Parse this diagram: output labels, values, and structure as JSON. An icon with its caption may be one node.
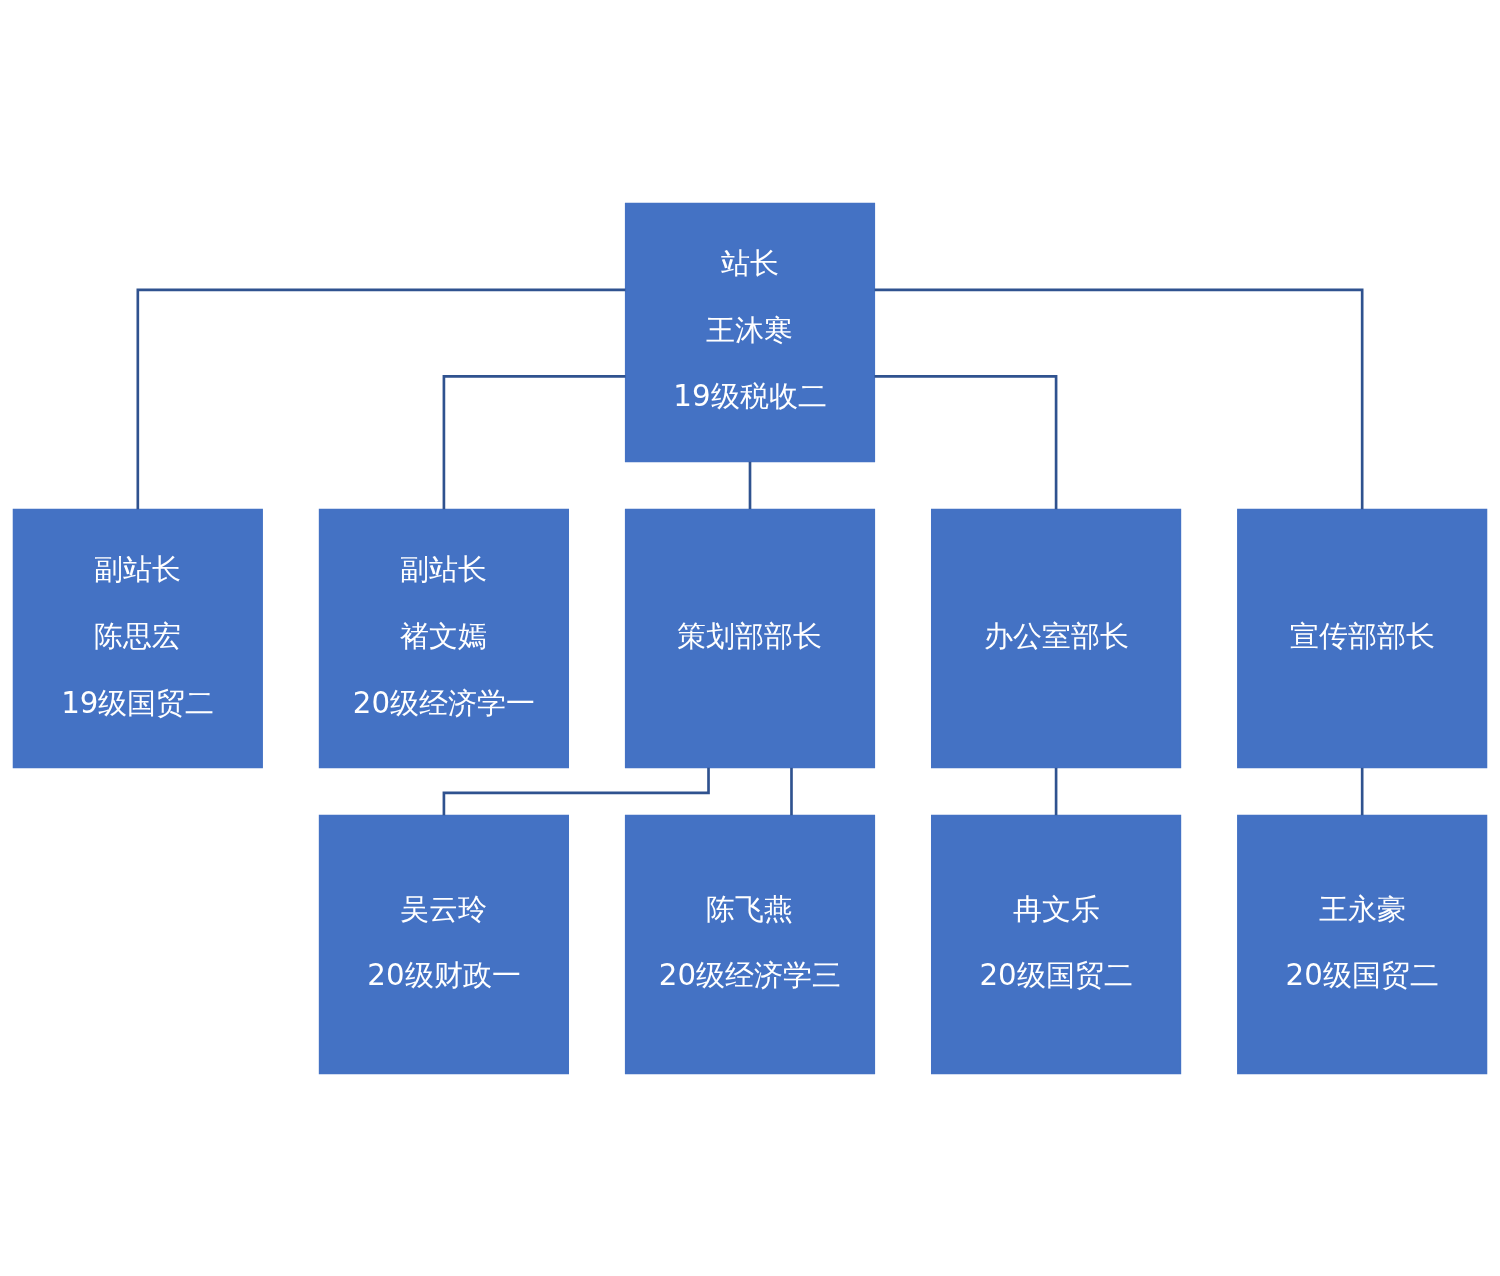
{
  "diagram": {
    "nodes": [
      {
        "text": [
          "站长",
          "王沐寒",
          "19级税收二"
        ]
      },
      {
        "text": [
          "副站长",
          "陈思宏",
          "19级国贸二"
        ]
      },
      {
        "text": [
          "副站长",
          "褚文嫣",
          "20级经济学一"
        ]
      },
      {
        "text": [
          "策划部部长"
        ]
      },
      {
        "text": [
          "办公室部长"
        ]
      },
      {
        "text": [
          "宣传部部长"
        ]
      },
      {
        "text": [
          "吴云玲",
          "20级财政一"
        ]
      },
      {
        "text": [
          "陈飞燕",
          "20级经济学三"
        ]
      },
      {
        "text": [
          "冉文乐",
          "20级国贸二"
        ]
      },
      {
        "text": [
          "王永豪",
          "20级国贸二"
        ]
      }
    ],
    "edges": [
      {
        "from": 0,
        "to": 1,
        "arrow": "none"
      },
      {
        "from": 0,
        "to": 2,
        "arrow": "none"
      },
      {
        "from": 0,
        "to": 3,
        "arrow": "none"
      },
      {
        "from": 0,
        "to": 4,
        "arrow": "none"
      },
      {
        "from": 0,
        "to": 5,
        "arrow": "none"
      },
      {
        "from": 3,
        "to": 6,
        "arrow": "none"
      },
      {
        "from": 3,
        "to": 7,
        "arrow": "none"
      },
      {
        "from": 4,
        "to": 8,
        "arrow": "none"
      },
      {
        "from": 5,
        "to": 9,
        "arrow": "none"
      }
    ]
  }
}
